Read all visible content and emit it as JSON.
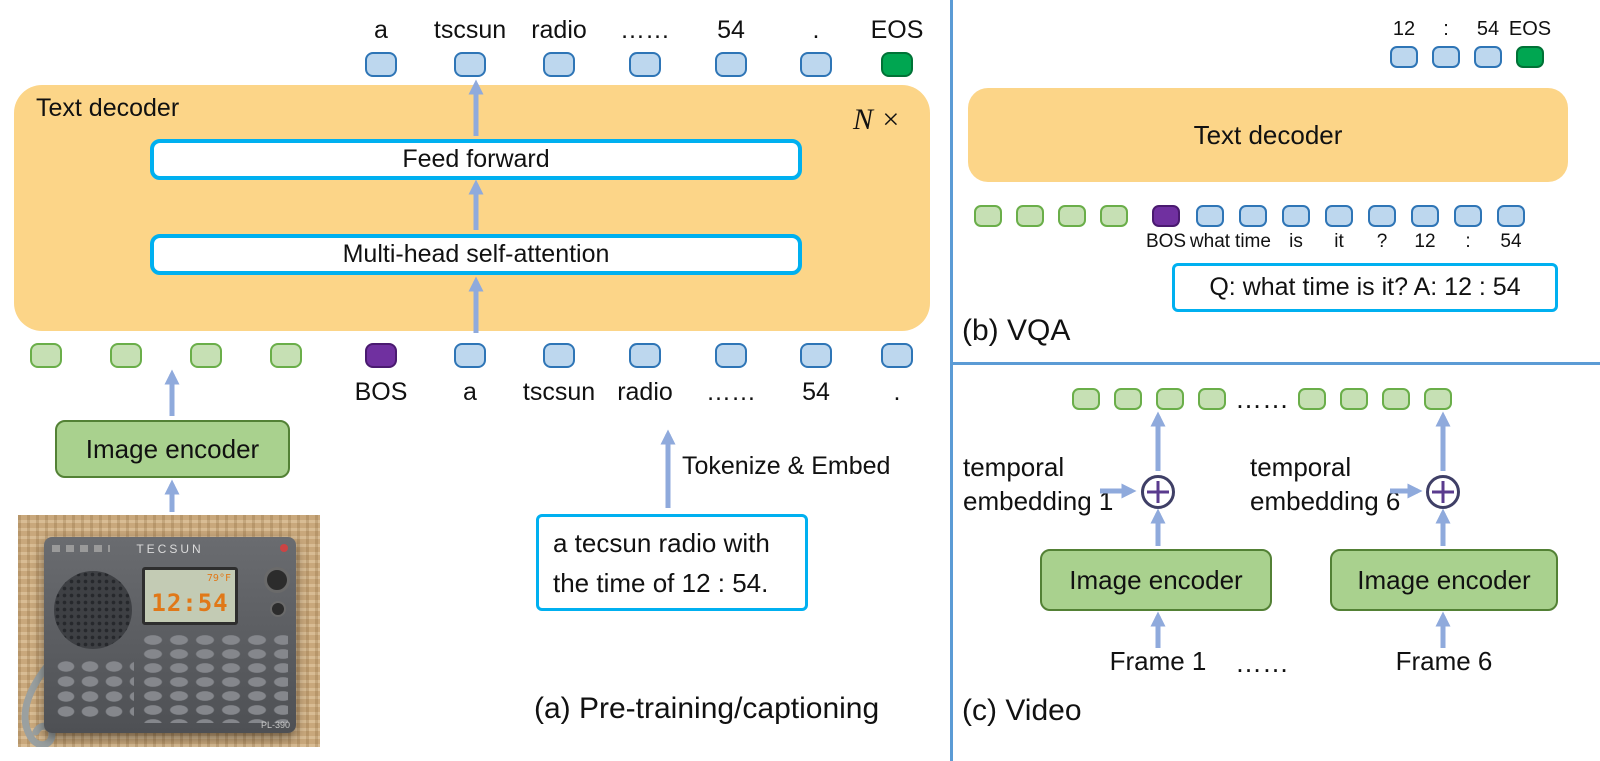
{
  "colors": {
    "decoder_fill": "#FCD588",
    "token_blue_fill": "#BDD7EE",
    "token_blue_border": "#2E75B6",
    "token_green_fill": "#C6E0B4",
    "token_green_border": "#6AAE49",
    "token_purple": "#7030A0",
    "token_eos": "#00A651",
    "encoder_fill": "#A9D18E",
    "cyan_border": "#00B0F0",
    "arrow": "#8FAADC",
    "divider": "#5B9BD5"
  },
  "panel_a": {
    "caption": "(a) Pre-training/captioning",
    "decoder": {
      "label": "Text decoder",
      "n_times": "N ×",
      "feed_forward": "Feed forward",
      "self_attention": "Multi-head self-attention"
    },
    "image_encoder_label": "Image encoder",
    "tokenize_label": "Tokenize & Embed",
    "caption_box": {
      "line1": "a tecsun radio with",
      "line2": "the time of 12 : 54."
    },
    "output_labels": [
      "a",
      "tscsun",
      "radio",
      "……",
      "54",
      ".",
      "EOS"
    ],
    "input_labels": [
      "BOS",
      "a",
      "tscsun",
      "radio",
      "……",
      "54",
      "."
    ],
    "photo": {
      "brand": "TECSUN",
      "model": "PL-390",
      "time": "12:54",
      "temp": "79°F"
    }
  },
  "panel_b": {
    "caption": "(b) VQA",
    "decoder_label": "Text decoder",
    "output_labels": [
      "12",
      ":",
      "54",
      "EOS"
    ],
    "input_labels": [
      "BOS",
      "what",
      "time",
      "is",
      "it",
      "?",
      "12",
      ":",
      "54"
    ],
    "qa_box": "Q: what time is it? A: 12 : 54"
  },
  "panel_c": {
    "caption": "(c) Video",
    "dots_top": "……",
    "dots_bottom": "……",
    "temporal_1": [
      "temporal",
      "embedding 1"
    ],
    "temporal_6": [
      "temporal",
      "embedding 6"
    ],
    "encoder_1_label": "Image encoder",
    "encoder_2_label": "Image encoder",
    "frame_1": "Frame 1",
    "frame_6": "Frame 6"
  }
}
